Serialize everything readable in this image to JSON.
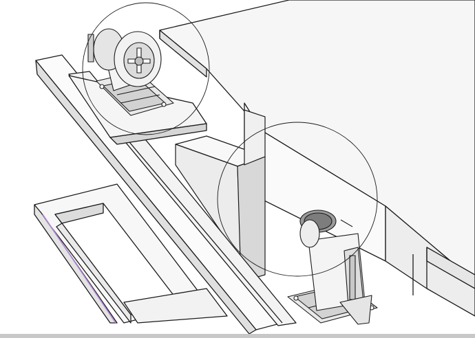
{
  "scene": {
    "colors": {
      "background": "#ffffff",
      "stroke": "#1a1a1a",
      "shade_light": "#f4f4f4",
      "shade_mid": "#dcdcdc",
      "shade_dark": "#9a9a9a",
      "highlight_edge": "#b48ad8",
      "bottom_bar": "#c8c8c8"
    },
    "objects": [
      "worktable-platform",
      "slanted-rail-beam",
      "base-frame",
      "inner-rail-channel",
      "headstock-chuck-assembly",
      "headstock-focus-circle",
      "tailstock-assembly",
      "tailstock-focus-circle"
    ]
  }
}
